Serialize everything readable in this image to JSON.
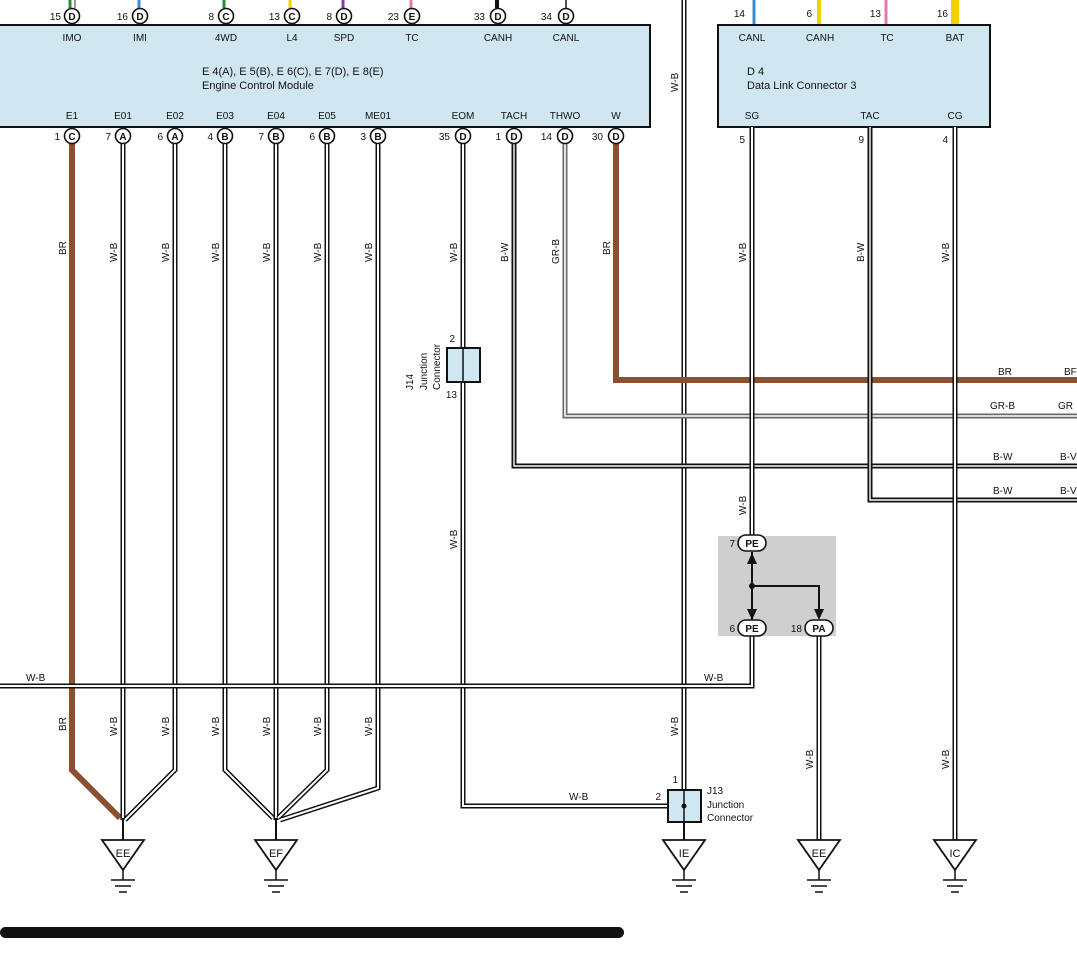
{
  "ecm": {
    "title": "E 4(A), E 5(B), E 6(C), E 7(D), E 8(E)",
    "name": "Engine Control Module",
    "top_pins": [
      {
        "num": "15",
        "conn": "D",
        "label": "IMO"
      },
      {
        "num": "16",
        "conn": "D",
        "label": "IMI"
      },
      {
        "num": "8",
        "conn": "C",
        "label": "4WD"
      },
      {
        "num": "13",
        "conn": "C",
        "label": "L4"
      },
      {
        "num": "8",
        "conn": "D",
        "label": "SPD"
      },
      {
        "num": "23",
        "conn": "E",
        "label": "TC"
      },
      {
        "num": "33",
        "conn": "D",
        "label": "CANH"
      },
      {
        "num": "34",
        "conn": "D",
        "label": "CANL"
      }
    ],
    "bottom_pins": [
      {
        "num": "1",
        "conn": "C",
        "label": "E1"
      },
      {
        "num": "7",
        "conn": "A",
        "label": "E01"
      },
      {
        "num": "6",
        "conn": "A",
        "label": "E02"
      },
      {
        "num": "4",
        "conn": "B",
        "label": "E03"
      },
      {
        "num": "7",
        "conn": "B",
        "label": "E04"
      },
      {
        "num": "6",
        "conn": "B",
        "label": "E05"
      },
      {
        "num": "3",
        "conn": "B",
        "label": "ME01"
      },
      {
        "num": "35",
        "conn": "D",
        "label": "EOM"
      },
      {
        "num": "1",
        "conn": "D",
        "label": "TACH"
      },
      {
        "num": "14",
        "conn": "D",
        "label": "THWO"
      },
      {
        "num": "30",
        "conn": "D",
        "label": "W"
      }
    ]
  },
  "dlc": {
    "title": "D 4",
    "name": "Data Link Connector 3",
    "top_pins": [
      {
        "num": "14",
        "label": "CANL"
      },
      {
        "num": "6",
        "label": "CANH"
      },
      {
        "num": "13",
        "label": "TC"
      },
      {
        "num": "16",
        "label": "BAT"
      }
    ],
    "bottom_pins": [
      {
        "num": "5",
        "label": "SG"
      },
      {
        "num": "9",
        "label": "TAC"
      },
      {
        "num": "4",
        "label": "CG"
      }
    ]
  },
  "wire_labels": {
    "br": "BR",
    "wb": "W-B",
    "bw": "B-W",
    "grb": "GR-B",
    "right_br": "BR",
    "right_grb": "GR-B",
    "right_bw1": "B-W",
    "right_bw2": "B-W",
    "right_br_cut": "BF",
    "right_grb_cut": "GR",
    "right_bw_cut1": "B-V",
    "right_bw_cut2": "B-V"
  },
  "j14": {
    "id": "J14",
    "line1": "Junction",
    "line2": "Connector",
    "pin_top": "2",
    "pin_bottom": "13"
  },
  "j13": {
    "id": "J13",
    "line1": "Junction",
    "line2": "Connector",
    "pin_top": "1",
    "pin_left": "2"
  },
  "splice": {
    "top_num": "7",
    "top_conn": "PE",
    "bl_num": "6",
    "bl_conn": "PE",
    "br_num": "18",
    "br_conn": "PA"
  },
  "grounds": [
    "EE",
    "EF",
    "IE",
    "EE",
    "IC"
  ],
  "colors": {
    "module_fill": "#d0e6f0",
    "brown": "#8b5030",
    "splice_bg": "#cfcfcf",
    "stub_green": "#2e8b2e",
    "stub_blue": "#3a8ed0",
    "stub_yellow": "#f5d000",
    "stub_purple": "#7a3fb0",
    "stub_pink": "#e07ab0"
  }
}
